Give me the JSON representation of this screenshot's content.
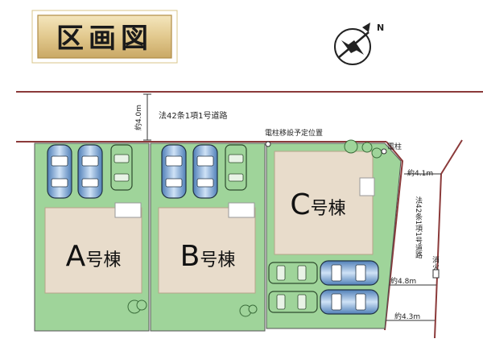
{
  "title": "区画図",
  "compass": {
    "north_label": "N"
  },
  "road_top": {
    "name": "法42条1項1号道路",
    "width": "約4.0m"
  },
  "road_right": {
    "name": "法42条1項1号道路",
    "width_top": "約4.1m",
    "width_mid": "約4.8m",
    "width_bottom": "約4.3m"
  },
  "labels": {
    "pole_relocation": "電柱移設予定位置",
    "pole": "電柱",
    "hydrant": "消火栓"
  },
  "lots": [
    {
      "id": "A",
      "label": "A号棟",
      "letter": "A",
      "suffix": "号棟",
      "parking": 3
    },
    {
      "id": "B",
      "label": "B号棟",
      "letter": "B",
      "suffix": "号棟",
      "parking": 3
    },
    {
      "id": "C",
      "label": "C号棟",
      "letter": "C",
      "suffix": "号棟",
      "parking": 4
    }
  ],
  "colors": {
    "lot_green": "#9fd49a",
    "building": "#e8dccb",
    "road_line": "#8b3a3a",
    "title_bg": "#e6d3a0",
    "car_blue": "#7da7d9",
    "car_green": "#6b9e6b"
  }
}
